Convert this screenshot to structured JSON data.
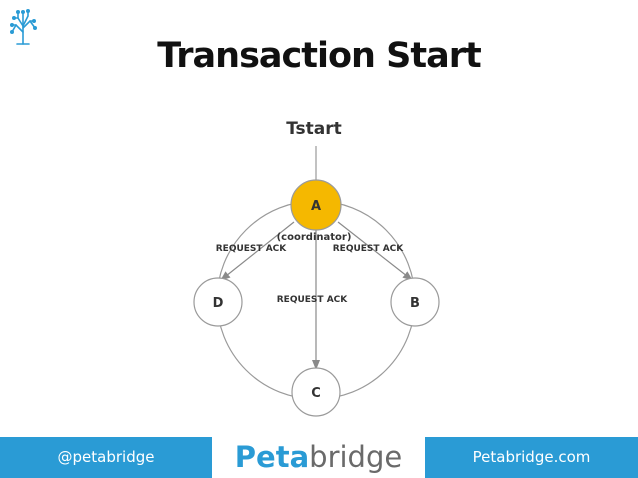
{
  "title": "Transaction Start",
  "diagram": {
    "start_label": "Tstart",
    "nodes": {
      "a": "A",
      "b": "B",
      "c": "C",
      "d": "D"
    },
    "coordinator_label": "(coordinator)",
    "edge_labels": {
      "to_d": "REQUEST ACK",
      "to_b": "REQUEST ACK",
      "to_c": "REQUEST ACK"
    },
    "colors": {
      "coordinator_fill": "#f5b800",
      "node_fill": "#ffffff",
      "stroke": "#9a9a9a"
    }
  },
  "footer": {
    "handle": "@petabridge",
    "brand_bold": "Peta",
    "brand_light": "bridge",
    "website": "Petabridge.com"
  },
  "colors": {
    "accent": "#2a9bd5"
  },
  "icons": {
    "logo": "tree-circuit-logo-icon"
  }
}
